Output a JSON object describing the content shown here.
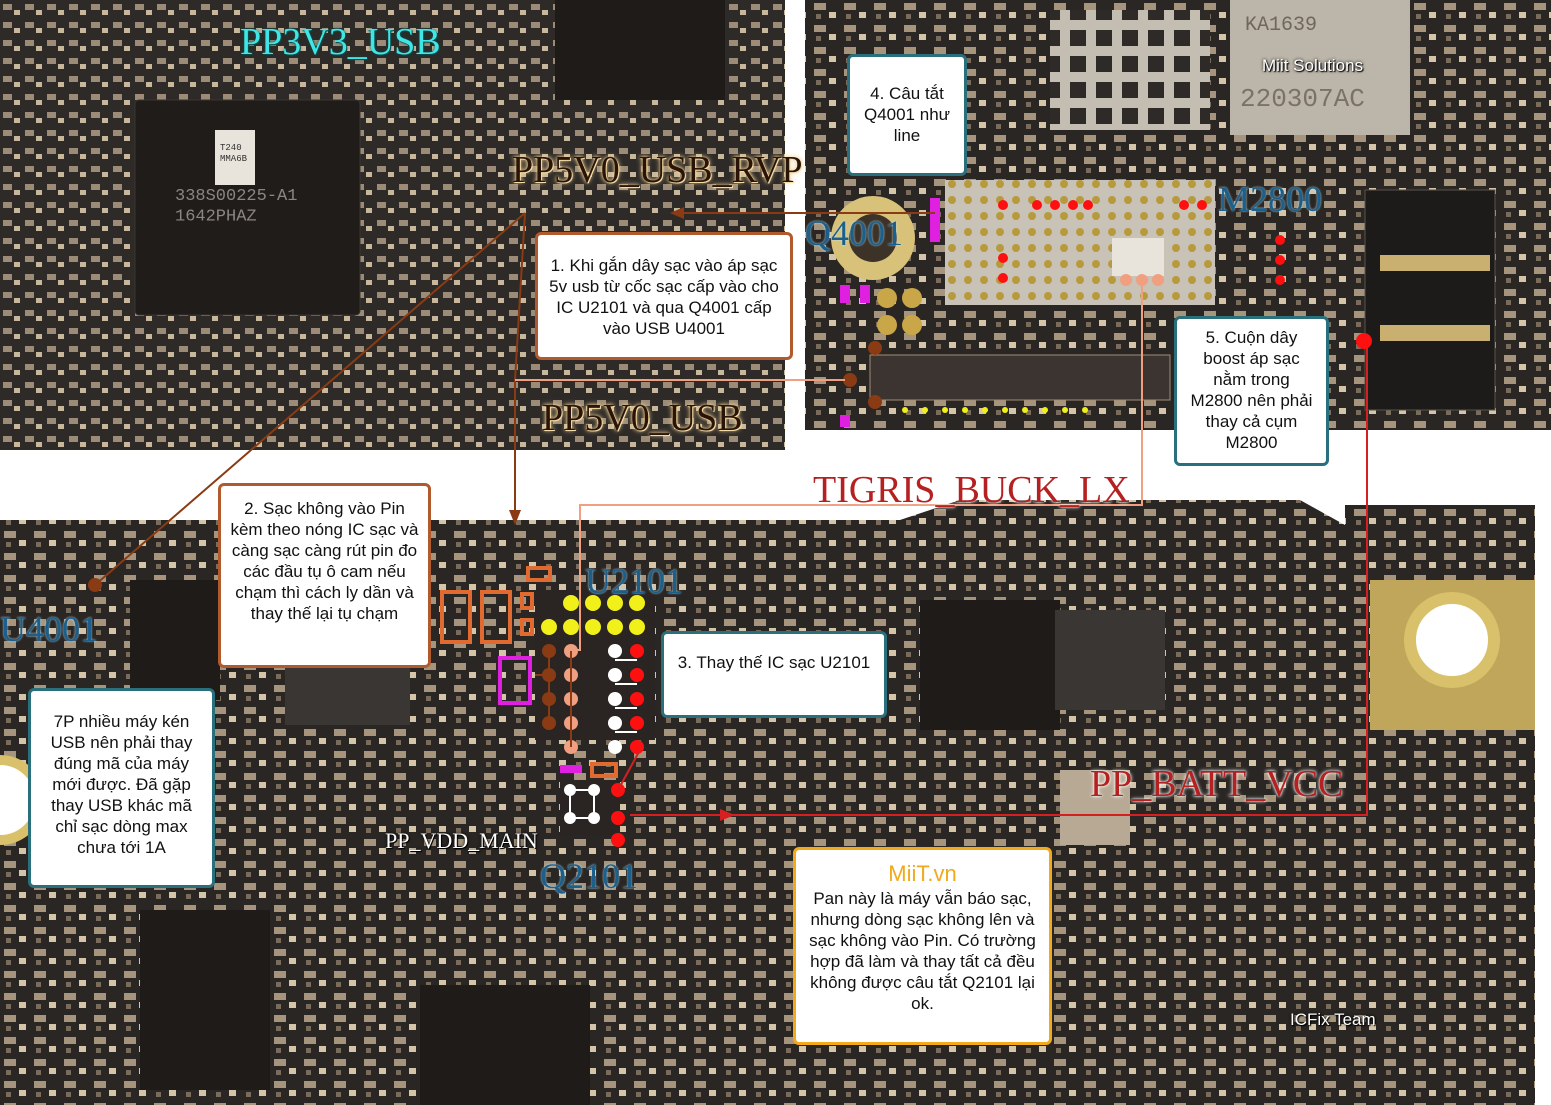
{
  "nets": {
    "pp3v3_usb": "PP3V3_USB",
    "pp5v0_usb_rvp": "PP5V0_USB_RVP",
    "pp5v0_usb": "PP5V0_USB",
    "tigris_buck_lx": "TIGRIS_BUCK_LX",
    "pp_batt_vcc": "PP_BATT_VCC",
    "pp_vdd_main": "PP_VDD_MAIN"
  },
  "components": {
    "q4001": "Q4001",
    "m2800": "M2800",
    "u2101": "U2101",
    "u4001": "U4001",
    "q2101": "Q2101"
  },
  "chip_markings": {
    "main_chip": "338S00225-A1\n1642PHAZ",
    "small_chip": "T240\nMMA6B",
    "shield_chip": "KA1639",
    "shield_code": "220307AC"
  },
  "watermarks": {
    "top": "Miit Solutions",
    "bottom": "ICFix Team"
  },
  "notes": {
    "n1": "1. Khi gắn dây sạc vào áp sạc 5v usb từ cốc sạc cấp vào cho IC U2101 và qua Q4001 cấp vào USB U4001",
    "n2": "2. Sạc không vào Pin kèm theo nóng IC sạc và càng sạc càng rút pin đo các đầu tụ ô cam nếu chạm thì cách ly dần và thay thế lại tụ chạm",
    "n3": "3. Thay thế IC sạc U2101",
    "n4": "4. Câu tắt Q4001 như line",
    "n5": "5. Cuộn dây boost áp sạc nằm trong M2800 nên phải thay cả cụm M2800",
    "n7": "7P nhiều máy kén USB nên phải thay đúng mã của máy mới được. Đã gặp thay USB khác mã chỉ sạc dòng max chưa tới 1A",
    "miit_title": "MiiT.vn",
    "miit_body": "Pan này là máy vẫn báo sạc, nhưng dòng sạc không lên và sạc không vào Pin. Có trường hợp đã làm và thay tất cả đều không được câu tắt Q2101 lại ok."
  },
  "colors": {
    "board": "#2b2724",
    "line_brown": "#8a3b14",
    "line_salmon": "#f0a080",
    "line_red": "#d42020",
    "cap_orange": "#e06a30",
    "pad_yellow": "#f2f01a",
    "note_teal": "#2a6f7c",
    "note_brown": "#b05a2e",
    "note_orange": "#f2a91b"
  }
}
